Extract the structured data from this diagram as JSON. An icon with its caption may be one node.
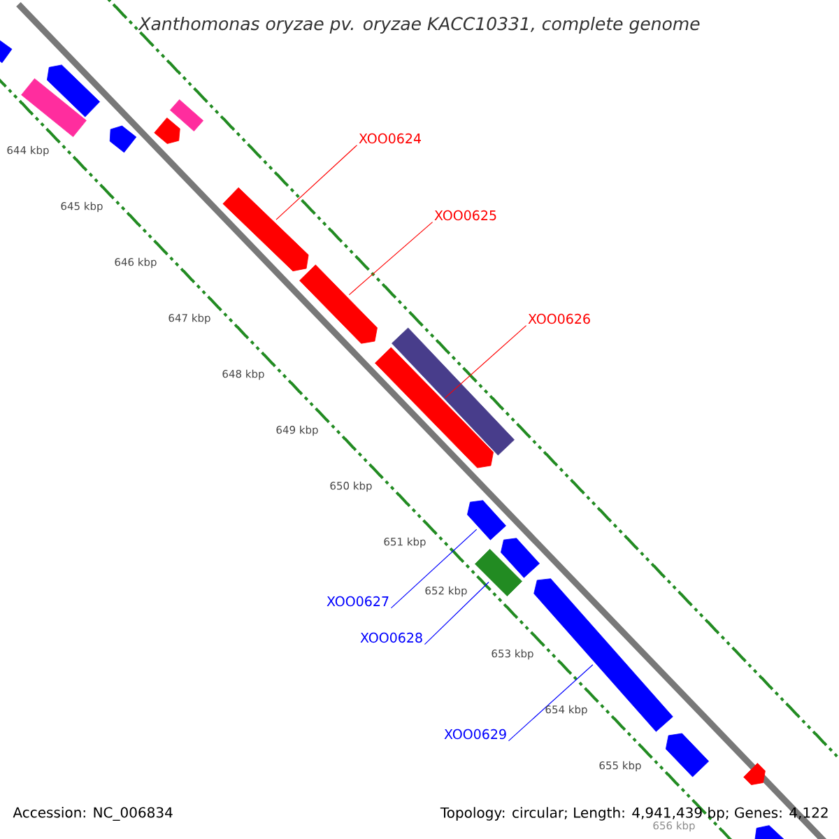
{
  "diagram": {
    "title": "Xanthomonas oryzae pv. oryzae KACC10331, complete genome",
    "nodes": [
      {
        "text": [
          "XOO0624"
        ]
      },
      {
        "text": [
          "XOO0625"
        ]
      },
      {
        "text": [
          "XOO0626"
        ]
      },
      {
        "text": [
          "XOO0627"
        ]
      },
      {
        "text": [
          "XOO0628"
        ]
      },
      {
        "text": [
          "XOO0629"
        ]
      },
      {
        "text": [],
        "shape": "box"
      },
      {
        "text": [],
        "shape": "box"
      },
      {
        "text": [],
        "shape": "arrow"
      },
      {
        "text": [],
        "shape": "arrow"
      },
      {
        "text": [],
        "shape": "arrow"
      },
      {
        "text": [],
        "shape": "box"
      },
      {
        "text": [],
        "shape": "arrow"
      },
      {
        "text": [],
        "shape": "arrow"
      },
      {
        "text": [],
        "shape": "arrow"
      },
      {
        "text": [],
        "shape": "box"
      },
      {
        "text": [],
        "shape": "arrow"
      },
      {
        "text": [],
        "shape": "arrow"
      },
      {
        "text": [],
        "shape": "box"
      },
      {
        "text": [],
        "shape": "arrow"
      },
      {
        "text": [],
        "shape": "arrow"
      },
      {
        "text": [],
        "shape": "arrow"
      },
      {
        "text": [],
        "shape": "arrow"
      }
    ],
    "edges": [
      {
        "from": 0,
        "to": 12,
        "arrow": "none"
      },
      {
        "from": 1,
        "to": 13,
        "arrow": "none"
      },
      {
        "from": 2,
        "to": 14,
        "arrow": "none"
      },
      {
        "from": 3,
        "to": 16,
        "arrow": "none",
        "color": "#0000ff"
      },
      {
        "from": 4,
        "to": 18,
        "arrow": "none",
        "color": "#0000ff"
      },
      {
        "from": 5,
        "to": 19,
        "arrow": "none",
        "color": "#0000ff"
      }
    ],
    "labels": [
      "644 kbp",
      "645 kbp",
      "646 kbp",
      "647 kbp",
      "648 kbp",
      "649 kbp",
      "650 kbp",
      "651 kbp",
      "652 kbp",
      "653 kbp",
      "654 kbp",
      "655 kbp",
      "656 kbp",
      "Accession: NC_006834",
      "Topology: circular; Length: 4,941,439 bp; Genes: 4,122"
    ]
  }
}
